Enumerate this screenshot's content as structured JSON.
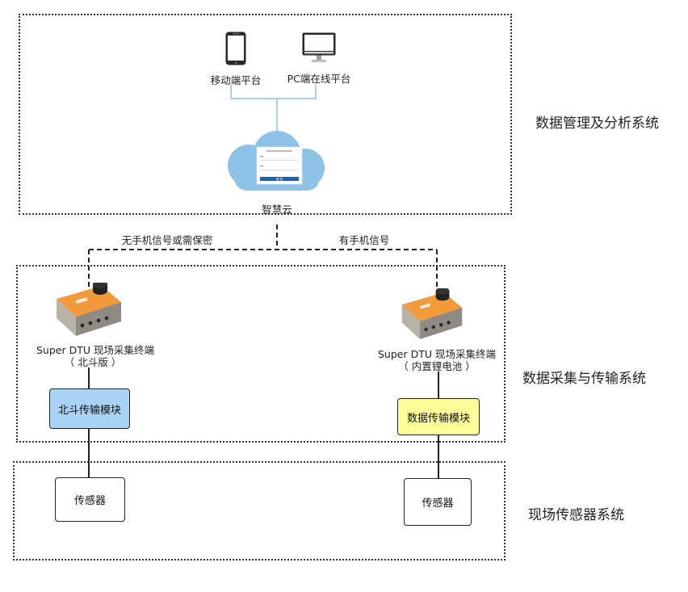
{
  "zones": {
    "management": "数据管理及分析系统",
    "acquisition": "数据采集与传输系统",
    "sensor_zone": "现场传感器系统"
  },
  "platforms": {
    "mobile": "移动端平台",
    "pc": "PC端在线平台"
  },
  "cloud": {
    "label": "智慧云",
    "screen_button": "登 录"
  },
  "links": {
    "left": "无手机信号或需保密",
    "right": "有手机信号"
  },
  "terminals": {
    "left": {
      "name": "Super  DTU 现场采集终端",
      "variant": "（ 北斗版 ）",
      "module": "北斗传输模块",
      "sensor": "传感器"
    },
    "right": {
      "name": "Super  DTU 现场采集终端",
      "variant": "（ 内置锂电池 ）",
      "module": "数据传输模块",
      "sensor": "传感器"
    }
  },
  "colors": {
    "cloud": "#8ec2e6",
    "platform_line": "#a7d0ef",
    "device_orange": "#f39a3a",
    "blue_module": "#a9d3f5",
    "yellow_module": "#fdfd9a"
  }
}
